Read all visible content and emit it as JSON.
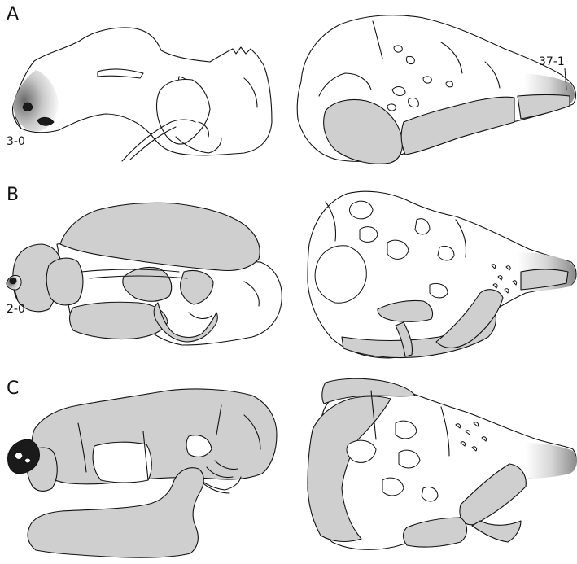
{
  "panels": [
    {
      "letter": "A",
      "callout_left": "3-0",
      "callout_right": "37-1"
    },
    {
      "letter": "B",
      "callout_left": "2-0"
    },
    {
      "letter": "C"
    }
  ],
  "colors": {
    "bone_fill": "#cfcfcf",
    "outline": "#111111",
    "background": "#ffffff"
  }
}
